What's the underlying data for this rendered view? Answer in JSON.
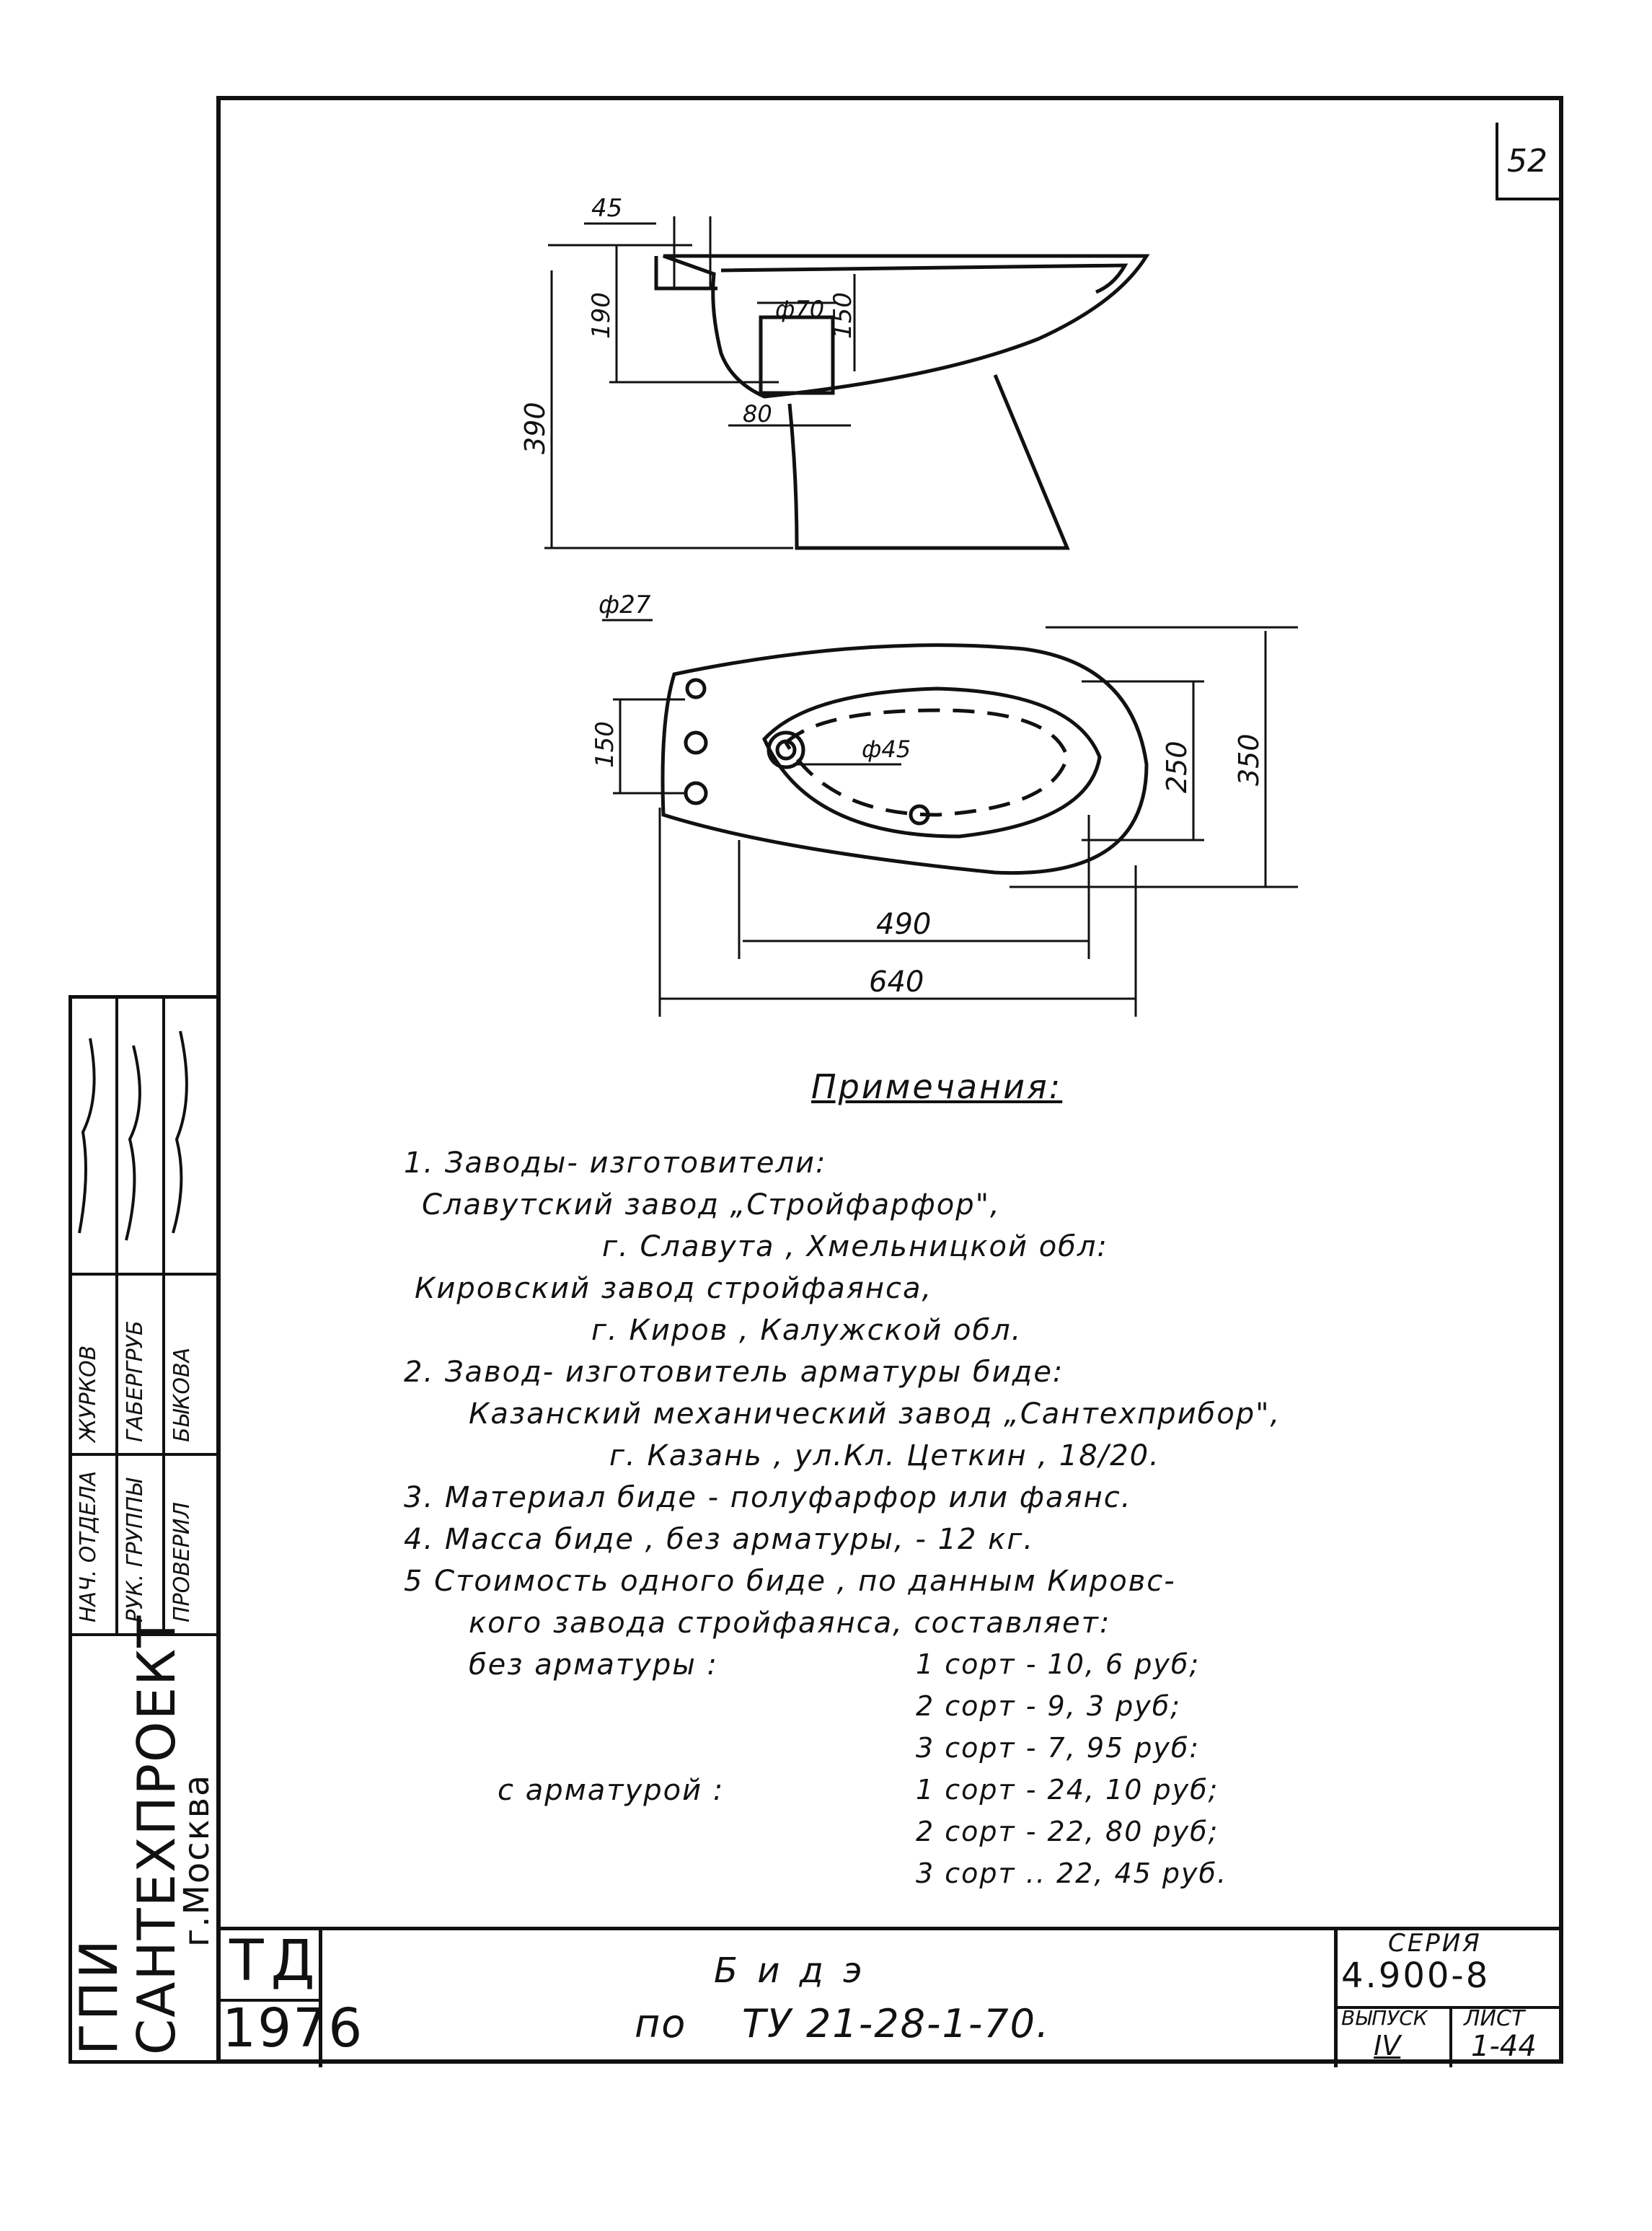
{
  "page_number": "52",
  "dimensions": {
    "top_view": [
      "45",
      "190",
      "150",
      "ф70",
      "390",
      "80"
    ],
    "plan_view": [
      "ф27",
      "150",
      "ф45",
      "250",
      "350",
      "490",
      "640"
    ]
  },
  "notes_title": "Примечания:",
  "notes": [
    "1. Заводы- изготовители:",
    "Славутский    завод    „Стройфарфор\",",
    "г. Славута ,   Хмельницкой обл:",
    "Кировский     завод      стройфаянса,",
    "г. Киров    ,   Калужской обл.",
    "2. Завод- изготовитель   арматуры  биде:",
    "Казанский    механический     завод      „Сантехприбор\",",
    "г. Казань , ул.Кл.  Цеткин , 18/20.",
    "3.  Материал   биде -    полуфарфор    или    фаянс.",
    "4.  Масса     биде ,  без     арматуры, -  12 кг.",
    "5  Стоимость     одного       биде ,      по    данным     Кировс-",
    "кого       завода       стройфаянса,     составляет:",
    "без         арматуры :",
    "с        арматурой  :"
  ],
  "prices_without": [
    "1 сорт   -    10, 6 руб;",
    "2 сорт   -   9, 3 руб;",
    "3 сорт   -    7, 95 руб:"
  ],
  "prices_with": [
    "1 сорт   -    24, 10 руб;",
    "2 сорт   -    22, 80 руб;",
    "3 сорт   ..   22, 45 руб."
  ],
  "side_stamp": {
    "org_line1": "ГПИ",
    "org_line2": "САНТЕХПРОЕКТ",
    "org_line3": "г.Москва",
    "roles": [
      "НАЧ. ОТДЕЛА",
      "РУК. ГРУППЫ",
      "ПРОВЕРИЛ"
    ],
    "names": [
      "ЖУРКОВ",
      "ГАБЕРГРУБ",
      "БЫКОВА"
    ]
  },
  "title_block": {
    "td": "ТД",
    "year": "1976",
    "title_line1": "Б и д э",
    "title_line2": "по    ТУ 21-28-1-70.",
    "series_label": "СЕРИЯ",
    "series": "4.900-8",
    "issue_label": "ВЫПУСК",
    "issue": "IV",
    "sheet_label": "ЛИСТ",
    "sheet": "1-44"
  }
}
